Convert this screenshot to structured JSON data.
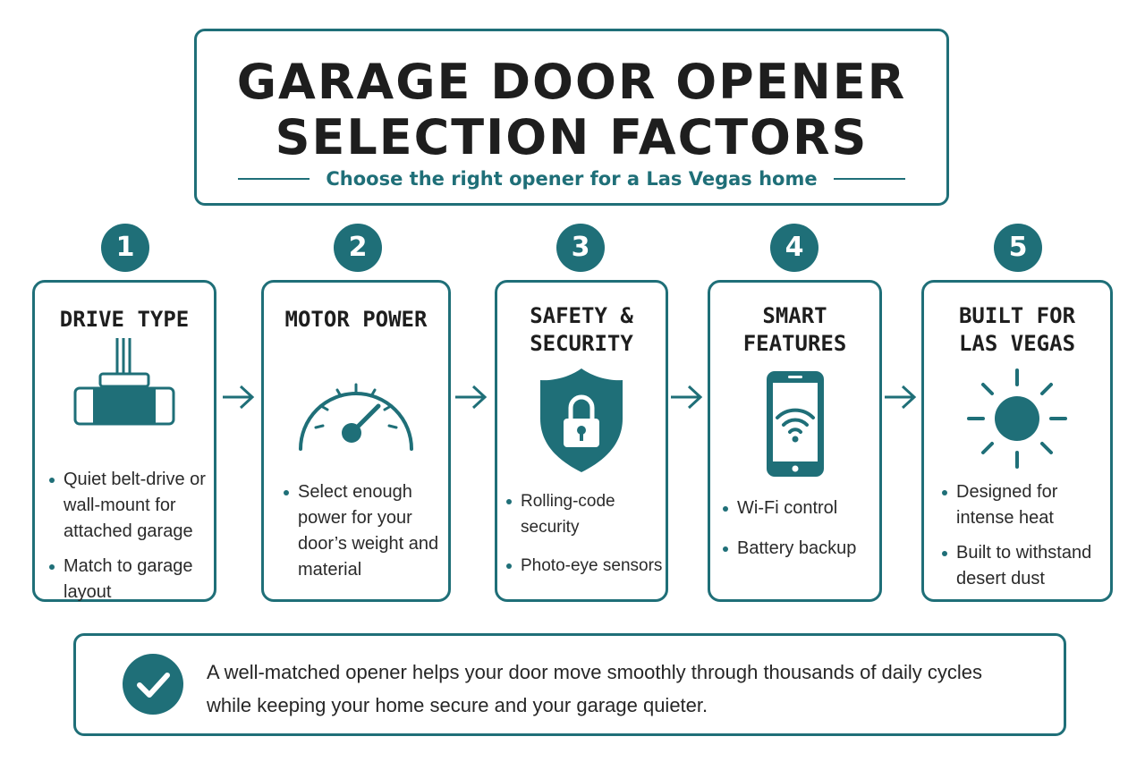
{
  "title": {
    "line1": "GARAGE DOOR OPENER",
    "line2": "SELECTION FACTORS",
    "subtitle": "Choose the right opener for a Las Vegas home"
  },
  "theme": {
    "accent": "#1f6f78",
    "text": "#1e1e1e"
  },
  "steps": [
    {
      "number": "1",
      "title_lines": [
        "DRIVE TYPE"
      ],
      "icon": "garage-door-opener-motor-icon",
      "bullets": [
        "Quiet belt-drive or wall-mount for attached garage",
        "Match to garage layout"
      ]
    },
    {
      "number": "2",
      "title_lines": [
        "MOTOR POWER"
      ],
      "icon": "gauge-icon",
      "bullets": [
        "Select enough power for your door’s weight and material"
      ]
    },
    {
      "number": "3",
      "title_lines": [
        "SAFETY &",
        "SECURITY"
      ],
      "icon": "shield-lock-icon",
      "bullets": [
        "Rolling-code security",
        "Photo-eye sensors"
      ]
    },
    {
      "number": "4",
      "title_lines": [
        "SMART",
        "FEATURES"
      ],
      "icon": "smartphone-wifi-icon",
      "bullets": [
        "Wi-Fi control",
        "Battery backup"
      ]
    },
    {
      "number": "5",
      "title_lines": [
        "BUILT FOR",
        "LAS VEGAS"
      ],
      "icon": "sun-icon",
      "bullets": [
        "Designed for intense heat",
        "Built to withstand desert dust"
      ]
    }
  ],
  "footer": {
    "icon": "checkmark-icon",
    "text": "A well-matched opener helps your door move smoothly through thousands of daily cycles while keeping your home secure and your garage quieter."
  }
}
